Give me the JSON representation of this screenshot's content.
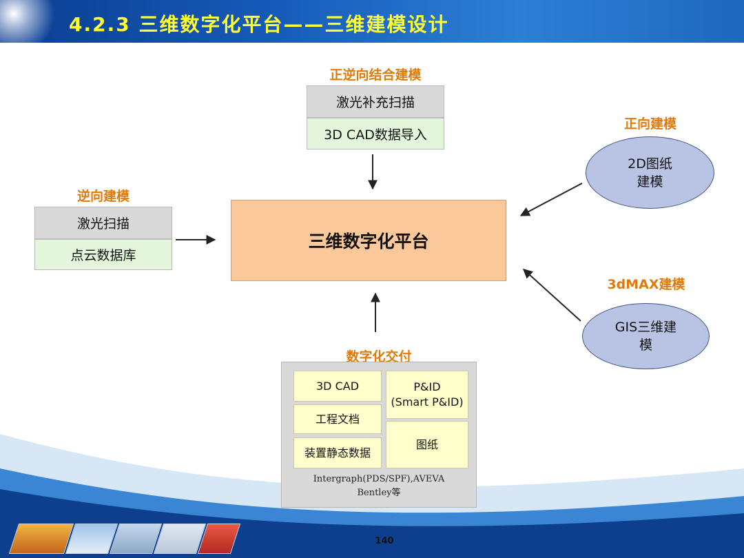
{
  "header": {
    "title": "4.2.3 三维数字化平台——三维建模设计"
  },
  "platform": {
    "label": "三维数字化平台"
  },
  "forward_reverse": {
    "title": "正逆向结合建模",
    "items": [
      "激光补充扫描",
      "3D CAD数据导入"
    ]
  },
  "reverse": {
    "title": "逆向建模",
    "items": [
      "激光扫描",
      "点云数据库"
    ]
  },
  "forward": {
    "title": "正向建模",
    "ellipse_lines": [
      "2D图纸",
      "建模"
    ]
  },
  "max3d": {
    "title": "3dMAX建模",
    "ellipse_lines": [
      "GIS三维建",
      "模"
    ]
  },
  "delivery": {
    "title": "数字化交付",
    "cells": {
      "cad": "3D CAD",
      "pid_line1": "P&ID",
      "pid_line2": "(Smart P&ID)",
      "eng_docs": "工程文档",
      "drawings": "图纸",
      "static_data": "装置静态数据"
    },
    "vendor_line1": "Intergraph(PDS/SPF),AVEVA",
    "vendor_line2": "Bentley等"
  },
  "footer": {
    "page_number": "140"
  },
  "colors": {
    "title_yellow": "#ffff33",
    "section_orange": "#e07b0b",
    "platform_fill": "#fbc999",
    "ellipse_fill": "#b9c3e3",
    "header_blue": "#1559b6"
  }
}
